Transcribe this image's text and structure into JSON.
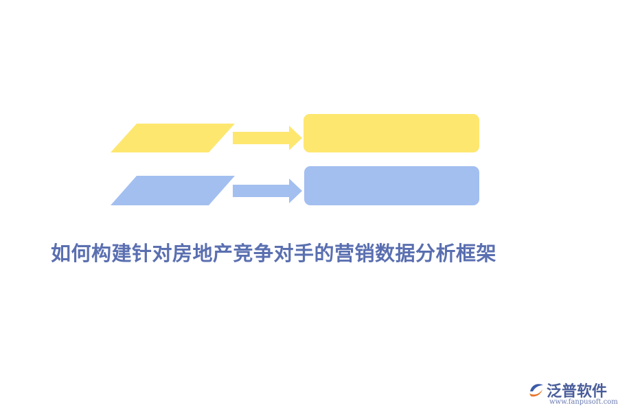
{
  "title": "如何构建针对房地产竞争对手的营销数据分析框架",
  "logo": {
    "name": "泛普软件",
    "url": "www.fanpusoft.com"
  },
  "colors": {
    "yellow": "#fde76f",
    "blue": "#a3bff0",
    "title": "#5a6fb0",
    "logo": "#4a5d9a"
  }
}
